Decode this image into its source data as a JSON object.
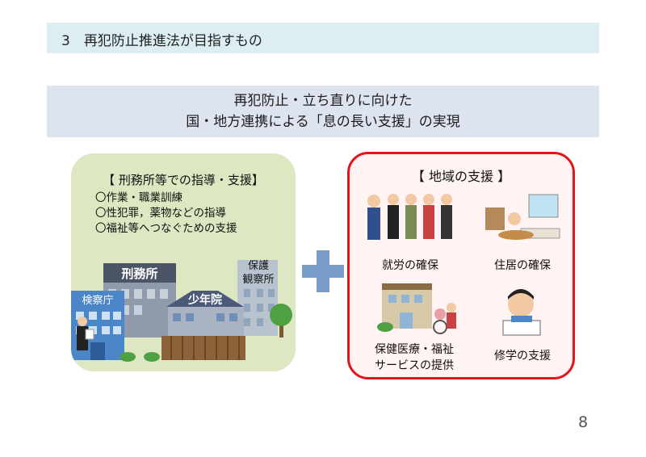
{
  "header": {
    "title": "3　再犯防止推進法が目指すもの"
  },
  "subtitle": {
    "line1": "再犯防止・立ち直りに向けた",
    "line2": "国・地方連携による「息の長い支援」の実現"
  },
  "left_panel": {
    "title": "【 刑務所等での指導・支援】",
    "items": [
      "〇作業・職業訓練",
      "〇性犯罪，薬物などの指導",
      "〇福祉等へつなぐための支援"
    ],
    "labels": {
      "prison": "刑務所",
      "juvenile": "少年院",
      "prosecutor": "検察庁",
      "probation_line1": "保護",
      "probation_line2": "観察所"
    }
  },
  "right_panel": {
    "title": "【 地域の支援 】",
    "items": [
      {
        "label": "就労の確保"
      },
      {
        "label": "住居の確保"
      },
      {
        "label_line1": "保健医療・福祉",
        "label_line2": "サービスの提供"
      },
      {
        "label": "修学の支援"
      }
    ]
  },
  "colors": {
    "accent_red": "#e4141d",
    "header_bg": "#ddeef3",
    "subtitle_bg": "#dde4f0",
    "left_bg": "#dde8c2",
    "plus": "#7a9cc8"
  },
  "page_number": "8"
}
